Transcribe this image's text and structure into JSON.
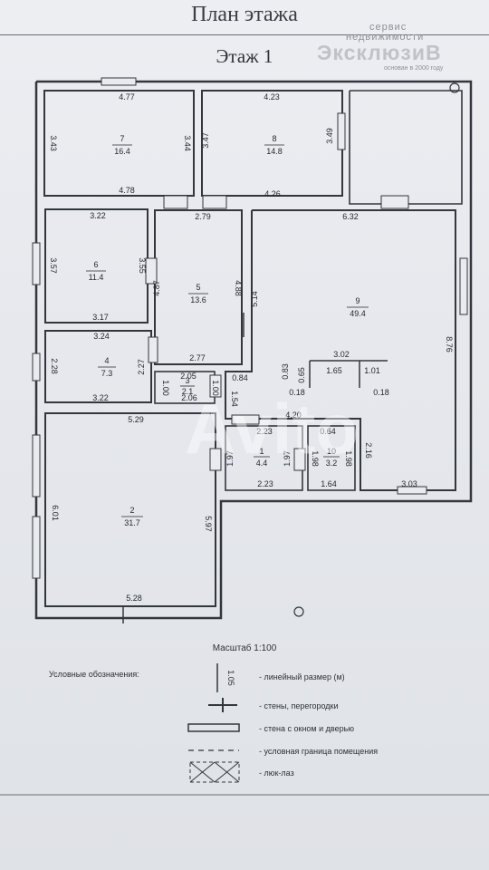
{
  "title": "План этажа",
  "floor": "Этаж 1",
  "brand": {
    "top": "сервис",
    "mid": "недвижимости",
    "main": "ЭксклюзиВ",
    "sub": "основан в 2000 году"
  },
  "watermark": "Avito",
  "scale": "Масштаб 1:100",
  "legend": {
    "heading": "Условные обозначения:",
    "sample_value": "1.05",
    "items": [
      "- линейный размер (м)",
      "- стены, перегородки",
      "- стена с окном и дверью",
      "- условная граница помещения",
      "- люк-лаз"
    ]
  },
  "rooms": [
    {
      "no": "7",
      "area": "16.4"
    },
    {
      "no": "8",
      "area": "14.8"
    },
    {
      "no": "6",
      "area": "11.4"
    },
    {
      "no": "5",
      "area": "13.6"
    },
    {
      "no": "9",
      "area": "49.4"
    },
    {
      "no": "4",
      "area": "7.3"
    },
    {
      "no": "3",
      "area": "2.1"
    },
    {
      "no": "1",
      "area": "4.4"
    },
    {
      "no": "10",
      "area": "3.2"
    },
    {
      "no": "2",
      "area": "31.7"
    }
  ],
  "dims": [
    "4.77",
    "3.43",
    "3.44",
    "4.78",
    "4.23",
    "3.47",
    "3.49",
    "4.26",
    "3.22",
    "3.57",
    "3.55",
    "3.17",
    "2.79",
    "4.87",
    "4.88",
    "2.77",
    "6.32",
    "5.14",
    "8.76",
    "3.24",
    "2.28",
    "2.27",
    "3.22",
    "2.05",
    "1.00",
    "2.06",
    "1.00",
    "0.84",
    "1.54",
    "3.02",
    "0.83",
    "0.65",
    "1.65",
    "1.01",
    "0.18",
    "0.18",
    "4.20",
    "2.23",
    "0.64",
    "1.97",
    "1.97",
    "1.98",
    "1.98",
    "2.16",
    "2.23",
    "1.64",
    "3.03",
    "5.29",
    "6.01",
    "5.97",
    "5.28"
  ]
}
